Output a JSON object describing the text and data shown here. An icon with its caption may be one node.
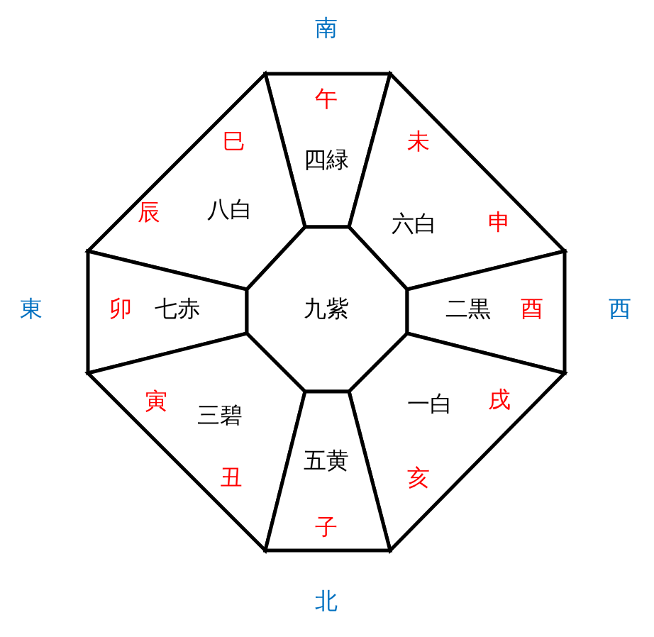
{
  "diagram": {
    "nodes": [
      {
        "text": [
          "午",
          "四緑"
        ]
      },
      {
        "text": [
          "巳",
          "辰",
          "八白"
        ]
      },
      {
        "text": [
          "未",
          "六白",
          "申"
        ]
      },
      {
        "text": [
          "卯",
          "七赤"
        ]
      },
      {
        "text": [
          "九紫"
        ]
      },
      {
        "text": [
          "二黒",
          "酉"
        ]
      },
      {
        "text": [
          "寅",
          "三碧",
          "丑"
        ]
      },
      {
        "text": [
          "一白",
          "戌",
          "亥"
        ]
      },
      {
        "text": [
          "五黄",
          "子"
        ]
      }
    ],
    "labels": [
      "南",
      "東",
      "西",
      "北"
    ]
  }
}
